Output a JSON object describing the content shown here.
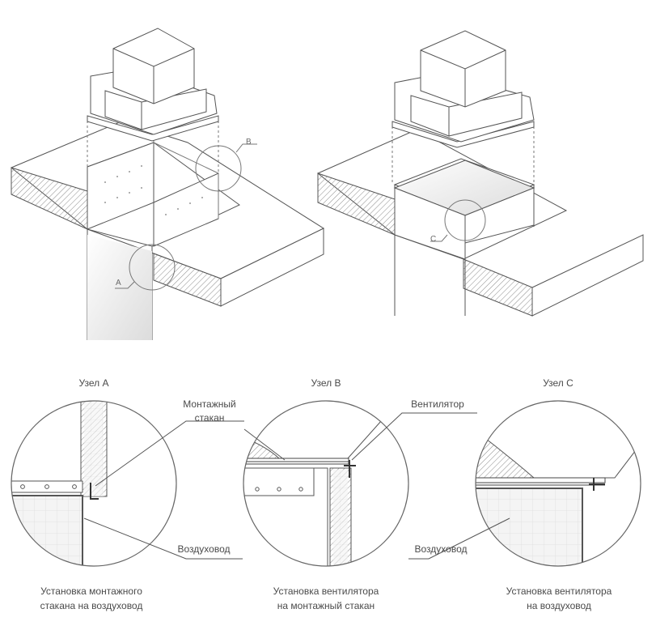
{
  "labels": {
    "node_b": "B",
    "node_a": "A",
    "node_c": "C"
  },
  "nodes": [
    {
      "title": "Узел А",
      "caption_line1": "Установка монтажного",
      "caption_line2": "стакана на воздуховод"
    },
    {
      "title": "Узел B",
      "caption_line1": "Установка вентилятора",
      "caption_line2": "на монтажный стакан"
    },
    {
      "title": "Узел C",
      "caption_line1": "Установка вентилятора",
      "caption_line2": "на воздуховод"
    }
  ],
  "callouts": {
    "mount_line1": "Монтажный",
    "mount_line2": "стакан",
    "fan": "Вентилятор",
    "duct_1": "Воздуховод",
    "duct_2": "Воздуховод"
  },
  "colors": {
    "line": "#555555",
    "light": "#9a9a9a",
    "hatch": "#8a8a8a",
    "shade": "#e6e6e6"
  }
}
